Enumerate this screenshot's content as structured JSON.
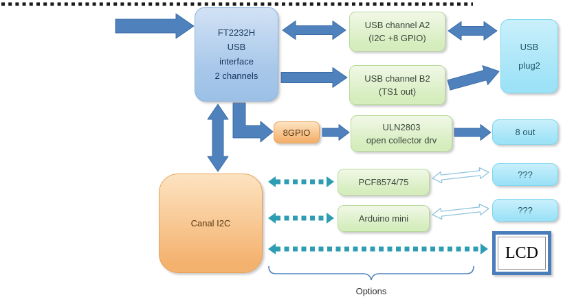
{
  "colors": {
    "arrow_blue": "#4f81bd",
    "arrow_edge": "#3b6ca8",
    "dotted_teal": "#2e9db3",
    "outline_arrow": "#8fc3dc",
    "dotted_border": "#1a1a1a",
    "brace": "#4f81bd"
  },
  "nodes": {
    "ft2232h": {
      "line1": "FT2232H",
      "line2": "USB",
      "line3": "interface",
      "line4": "2 channels"
    },
    "usb_channel_a2": {
      "line1": "USB channel A2",
      "line2": "(I2C +8 GPIO)"
    },
    "usb_channel_b2": {
      "line1": "USB channel B2",
      "line2": "(TS1 out)"
    },
    "usb_plug2": {
      "line1": "USB",
      "line2": "plug2"
    },
    "gpio8": {
      "label": "8GPIO"
    },
    "uln2803": {
      "line1": "ULN2803",
      "line2": "open collector drv"
    },
    "out8": {
      "label": "8 out"
    },
    "canal_i2c": {
      "label": "Canal I2C"
    },
    "pcf": {
      "label": "PCF8574/75"
    },
    "arduino": {
      "label": "Arduino mini"
    },
    "unknown1": {
      "label": "???"
    },
    "unknown2": {
      "label": "???"
    },
    "lcd": {
      "label": "LCD"
    },
    "options_label": "Options"
  }
}
